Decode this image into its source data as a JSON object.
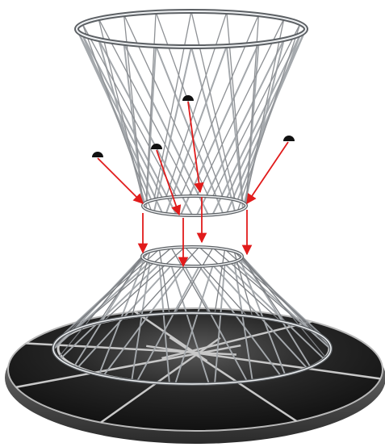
{
  "figure": {
    "background": "#ffffff",
    "colors": {
      "arrow": "#e11b1b",
      "rod": "#a4a8ac",
      "rod_highlight": "#eef0f2",
      "rod_shadow": "#5c6064",
      "base_dark": "#111111",
      "base_mid": "#3a3a3a",
      "base_light": "#8a8a8a",
      "marker": "#111111"
    },
    "components": [
      "upper-hyperboloid-wire-frame",
      "lower-conical-wire-frame",
      "circular-base-platform",
      "dome-markers",
      "connection-arrows"
    ],
    "marker_count": 4,
    "arrow_count": 8
  }
}
